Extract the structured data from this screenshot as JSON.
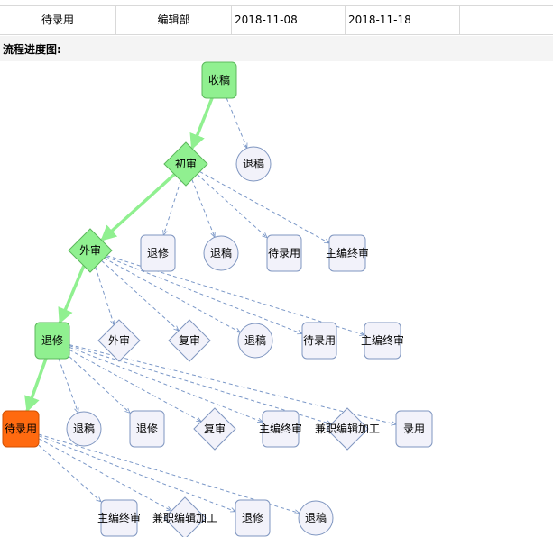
{
  "table": {
    "cells": [
      "待录用",
      "编辑部",
      "2018-11-08",
      "2018-11-18",
      ""
    ]
  },
  "section": {
    "title": "流程进度图:"
  },
  "colors": {
    "node_fill": "#f2f2fa",
    "node_stroke": "#7f96c0",
    "done_fill": "#90f090",
    "done_stroke": "#5cb85c",
    "current_fill": "#ff6a10",
    "current_stroke": "#d04f00",
    "path_color": "#90f090",
    "option_color": "#7b98c8"
  },
  "flow": {
    "nodes": [
      {
        "id": "n-shougao",
        "label": "收稿",
        "shape": "rect",
        "state": "done"
      },
      {
        "id": "n-tuigao-1",
        "label": "退稿",
        "shape": "circle",
        "state": "option"
      },
      {
        "id": "n-chushen",
        "label": "初审",
        "shape": "diamond",
        "state": "done"
      },
      {
        "id": "n-tuixiu-1",
        "label": "退修",
        "shape": "rect",
        "state": "option"
      },
      {
        "id": "n-tuigao-2",
        "label": "退稿",
        "shape": "circle",
        "state": "option"
      },
      {
        "id": "n-dailuyong-1",
        "label": "待录用",
        "shape": "rect",
        "state": "option"
      },
      {
        "id": "n-zhubian-1",
        "label": "主编终审",
        "shape": "rect",
        "state": "option"
      },
      {
        "id": "n-waishen",
        "label": "外审",
        "shape": "diamond",
        "state": "done"
      },
      {
        "id": "n-waishen-2",
        "label": "外审",
        "shape": "diamond",
        "state": "option"
      },
      {
        "id": "n-fushen-1",
        "label": "复审",
        "shape": "diamond",
        "state": "option"
      },
      {
        "id": "n-tuigao-3",
        "label": "退稿",
        "shape": "circle",
        "state": "option"
      },
      {
        "id": "n-dailuyong-2",
        "label": "待录用",
        "shape": "rect",
        "state": "option"
      },
      {
        "id": "n-zhubian-2",
        "label": "主编终审",
        "shape": "rect",
        "state": "option"
      },
      {
        "id": "n-tuixiu-main",
        "label": "退修",
        "shape": "rect",
        "state": "done"
      },
      {
        "id": "n-tuigao-4",
        "label": "退稿",
        "shape": "circle",
        "state": "option"
      },
      {
        "id": "n-tuixiu-2",
        "label": "退修",
        "shape": "rect",
        "state": "option"
      },
      {
        "id": "n-fushen-2",
        "label": "复审",
        "shape": "diamond",
        "state": "option"
      },
      {
        "id": "n-zhubian-3",
        "label": "主编终审",
        "shape": "rect",
        "state": "option"
      },
      {
        "id": "n-jianzhi-1",
        "label": "兼职编辑加工",
        "shape": "diamond",
        "state": "option"
      },
      {
        "id": "n-luyong",
        "label": "录用",
        "shape": "rect",
        "state": "option"
      },
      {
        "id": "n-dailuyong-current",
        "label": "待录用",
        "shape": "rect",
        "state": "current"
      },
      {
        "id": "n-zhubian-4",
        "label": "主编终审",
        "shape": "rect",
        "state": "option"
      },
      {
        "id": "n-jianzhi-2",
        "label": "兼职编辑加工",
        "shape": "diamond",
        "state": "option"
      },
      {
        "id": "n-tuixiu-3",
        "label": "退修",
        "shape": "rect",
        "state": "option"
      },
      {
        "id": "n-tuigao-5",
        "label": "退稿",
        "shape": "circle",
        "state": "option"
      }
    ],
    "edges": [
      {
        "from": "n-shougao",
        "to": "n-chushen",
        "type": "path"
      },
      {
        "from": "n-shougao",
        "to": "n-tuigao-1",
        "type": "option"
      },
      {
        "from": "n-chushen",
        "to": "n-waishen",
        "type": "path"
      },
      {
        "from": "n-chushen",
        "to": "n-tuixiu-1",
        "type": "option"
      },
      {
        "from": "n-chushen",
        "to": "n-tuigao-2",
        "type": "option"
      },
      {
        "from": "n-chushen",
        "to": "n-dailuyong-1",
        "type": "option"
      },
      {
        "from": "n-chushen",
        "to": "n-zhubian-1",
        "type": "option"
      },
      {
        "from": "n-waishen",
        "to": "n-tuixiu-main",
        "type": "path"
      },
      {
        "from": "n-waishen",
        "to": "n-waishen-2",
        "type": "option"
      },
      {
        "from": "n-waishen",
        "to": "n-fushen-1",
        "type": "option"
      },
      {
        "from": "n-waishen",
        "to": "n-tuigao-3",
        "type": "option"
      },
      {
        "from": "n-waishen",
        "to": "n-dailuyong-2",
        "type": "option"
      },
      {
        "from": "n-waishen",
        "to": "n-zhubian-2",
        "type": "option"
      },
      {
        "from": "n-tuixiu-main",
        "to": "n-dailuyong-current",
        "type": "path"
      },
      {
        "from": "n-tuixiu-main",
        "to": "n-tuigao-4",
        "type": "option"
      },
      {
        "from": "n-tuixiu-main",
        "to": "n-tuixiu-2",
        "type": "option"
      },
      {
        "from": "n-tuixiu-main",
        "to": "n-fushen-2",
        "type": "option"
      },
      {
        "from": "n-tuixiu-main",
        "to": "n-zhubian-3",
        "type": "option"
      },
      {
        "from": "n-tuixiu-main",
        "to": "n-jianzhi-1",
        "type": "option"
      },
      {
        "from": "n-tuixiu-main",
        "to": "n-luyong",
        "type": "option"
      },
      {
        "from": "n-dailuyong-current",
        "to": "n-zhubian-4",
        "type": "option"
      },
      {
        "from": "n-dailuyong-current",
        "to": "n-jianzhi-2",
        "type": "option"
      },
      {
        "from": "n-dailuyong-current",
        "to": "n-tuixiu-3",
        "type": "option"
      },
      {
        "from": "n-dailuyong-current",
        "to": "n-tuigao-5",
        "type": "option"
      }
    ]
  }
}
